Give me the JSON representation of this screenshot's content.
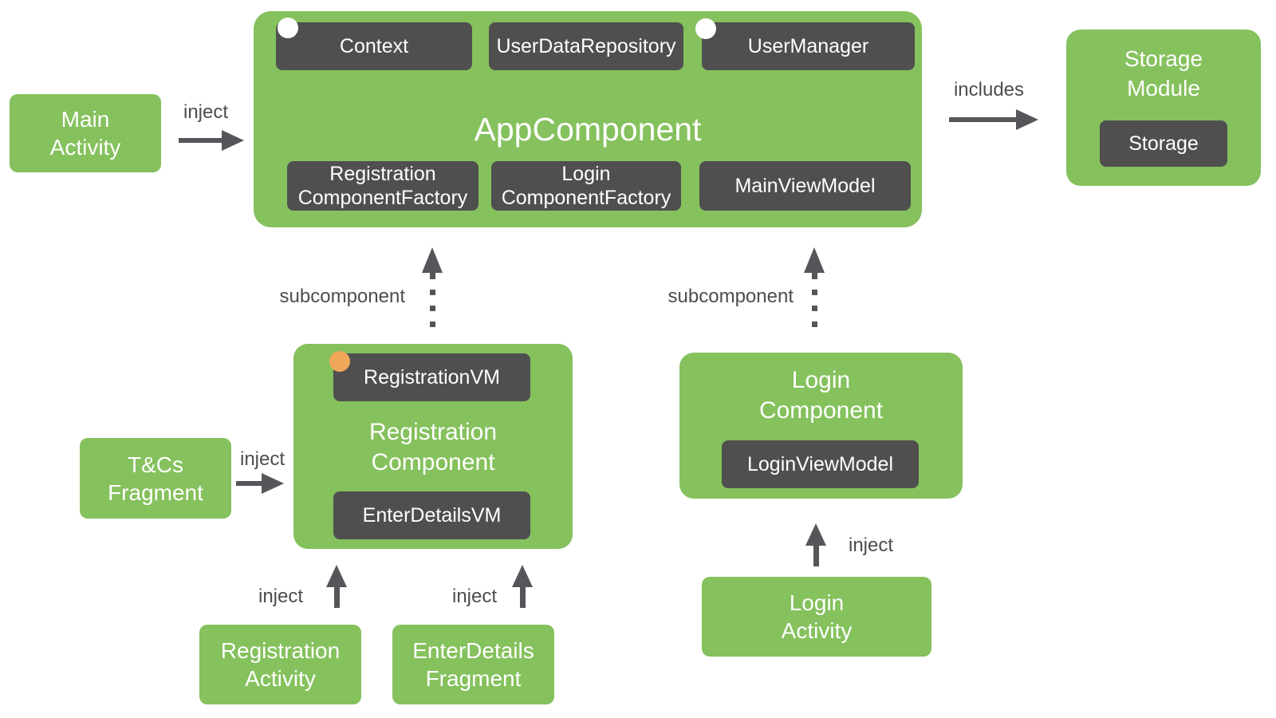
{
  "colors": {
    "node_green": "#85C15D",
    "box_dark": "#4F4F4F",
    "arrow_gray": "#55565A",
    "label_gray": "#4D4D4D",
    "scope_dot_orange": "#F0A75A",
    "scope_dot_white": "#FFFFFF",
    "text_white": "#FFFFFF",
    "background": "#FFFFFF"
  },
  "nodes": {
    "main_activity": {
      "label": "Main\nActivity"
    },
    "app_component": {
      "title": "AppComponent",
      "provisions_top": [
        "Context",
        "UserDataRepository",
        "UserManager"
      ],
      "provisions_bottom": [
        "Registration\nComponentFactory",
        "Login\nComponentFactory",
        "MainViewModel"
      ]
    },
    "storage_module": {
      "title": "Storage\nModule",
      "items": [
        "Storage"
      ]
    },
    "registration_component": {
      "title": "Registration\nComponent",
      "items": [
        "RegistrationVM",
        "EnterDetailsVM"
      ]
    },
    "login_component": {
      "title": "Login\nComponent",
      "items": [
        "LoginViewModel"
      ]
    },
    "tcs_fragment": {
      "label": "T&Cs\nFragment"
    },
    "registration_activity": {
      "label": "Registration\nActivity"
    },
    "enterdetails_fragment": {
      "label": "EnterDetails\nFragment"
    },
    "login_activity": {
      "label": "Login\nActivity"
    }
  },
  "edges": {
    "main_to_app": {
      "label": "inject"
    },
    "app_to_storage": {
      "label": "includes"
    },
    "registration_to_app": {
      "label": "subcomponent"
    },
    "login_to_app": {
      "label": "subcomponent"
    },
    "tcs_to_registration": {
      "label": "inject"
    },
    "registration_activity_to_component": {
      "label": "inject"
    },
    "enterdetails_to_component": {
      "label": "inject"
    },
    "login_activity_to_component": {
      "label": "inject"
    }
  }
}
